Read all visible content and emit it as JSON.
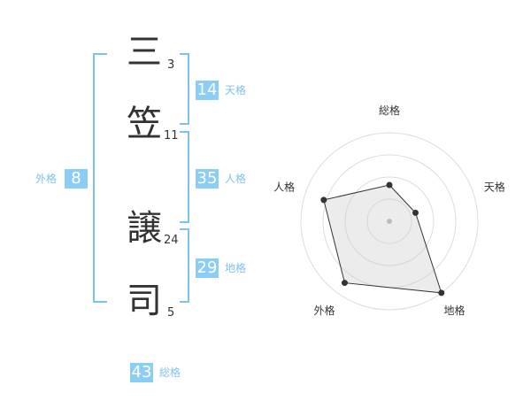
{
  "name_chars": [
    {
      "char": "三",
      "strokes": "3"
    },
    {
      "char": "笠",
      "strokes": "11"
    },
    {
      "char": "譲",
      "strokes": "24"
    },
    {
      "char": "司",
      "strokes": "5"
    }
  ],
  "scores": {
    "ten": {
      "value": "14",
      "label": "天格"
    },
    "jin": {
      "value": "35",
      "label": "人格"
    },
    "chi": {
      "value": "29",
      "label": "地格"
    },
    "gai": {
      "value": "8",
      "label": "外格"
    },
    "sou": {
      "value": "43",
      "label": "総格"
    }
  },
  "chart_data": {
    "type": "radar",
    "axes": [
      "総格",
      "天格",
      "地格",
      "外格",
      "人格"
    ],
    "values": [
      0.41,
      0.31,
      1.0,
      0.86,
      0.78
    ],
    "grid": true,
    "rings": 4
  },
  "colors": {
    "accent": "#8ccdf5",
    "bracket": "#7ec3ee",
    "text": "#333333"
  }
}
